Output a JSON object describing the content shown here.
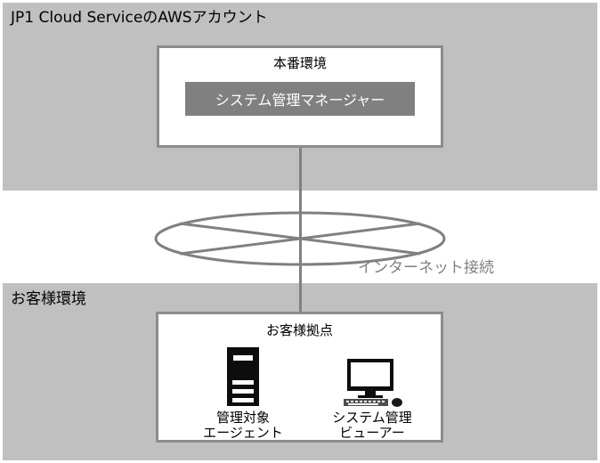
{
  "diagram": {
    "type": "network-architecture-diagram",
    "zones": [
      {
        "id": "cloud",
        "label": "JP1 Cloud ServiceのAWSアカウント",
        "fill": "#c0c0c0"
      },
      {
        "id": "customer",
        "label": "お客様環境",
        "fill": "#c0c0c0"
      }
    ],
    "production_box": {
      "title": "本番環境",
      "component": {
        "label": "システム管理マネージャー",
        "fill": "#808080",
        "text_color": "#ffffff"
      }
    },
    "internet": {
      "label": "インターネット接続",
      "icon": "network-cloud-ellipse-icon",
      "text_color": "#808080"
    },
    "customer_site_box": {
      "title": "お客様拠点",
      "nodes": [
        {
          "icon": "server-tower-icon",
          "label": "管理対象\nエージェント"
        },
        {
          "icon": "desktop-computer-icon",
          "label": "システム管理\nビューアー"
        }
      ]
    },
    "connector": {
      "name": "internet-connection-line",
      "color": "#808080"
    }
  }
}
